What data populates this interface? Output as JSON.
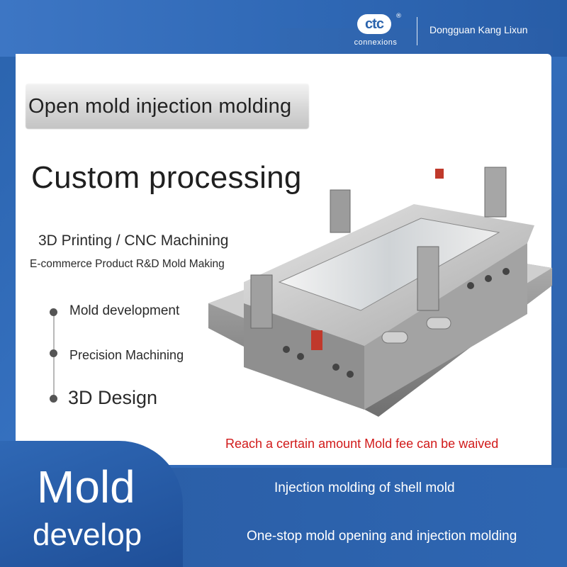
{
  "header": {
    "logo_mark": "ctc",
    "logo_registered": "®",
    "logo_subtitle": "connexions",
    "company_name": "Dongguan Kang Lixun"
  },
  "main": {
    "title": "Open mold injection molding",
    "headline": "Custom processing",
    "subtitle_1": "3D Printing / CNC Machining",
    "subtitle_2": "E-commerce Product R&D Mold Making",
    "bullets": [
      {
        "label": "Mold development"
      },
      {
        "label": "Precision Machining"
      },
      {
        "label": "3D Design"
      }
    ],
    "notice": "Reach a certain amount Mold fee can be waived",
    "product_image": "injection-mold-photo"
  },
  "footer": {
    "big_line_1": "Mold",
    "big_line_2": "develop",
    "line_1": "Injection molding of shell mold",
    "line_2": "One-stop mold opening and injection molding"
  },
  "colors": {
    "brand_blue": "#2a63ad",
    "notice_red": "#d11a1a",
    "text_dark": "#1f1f1f"
  }
}
